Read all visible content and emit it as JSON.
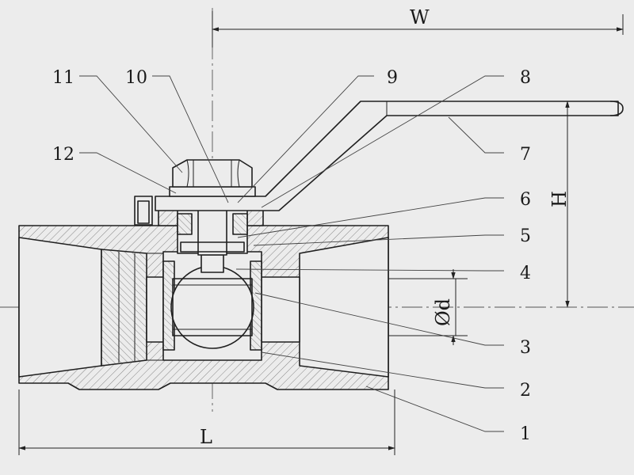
{
  "drawing": {
    "dimensions": {
      "width": "W",
      "height": "H",
      "length": "L",
      "bore": "Ød"
    },
    "callouts": [
      "1",
      "2",
      "3",
      "4",
      "5",
      "6",
      "7",
      "8",
      "9",
      "10",
      "11",
      "12"
    ],
    "colors": {
      "background": "#ececec",
      "line": "#1f1f1f",
      "hatch": "#7a7a7a"
    }
  }
}
